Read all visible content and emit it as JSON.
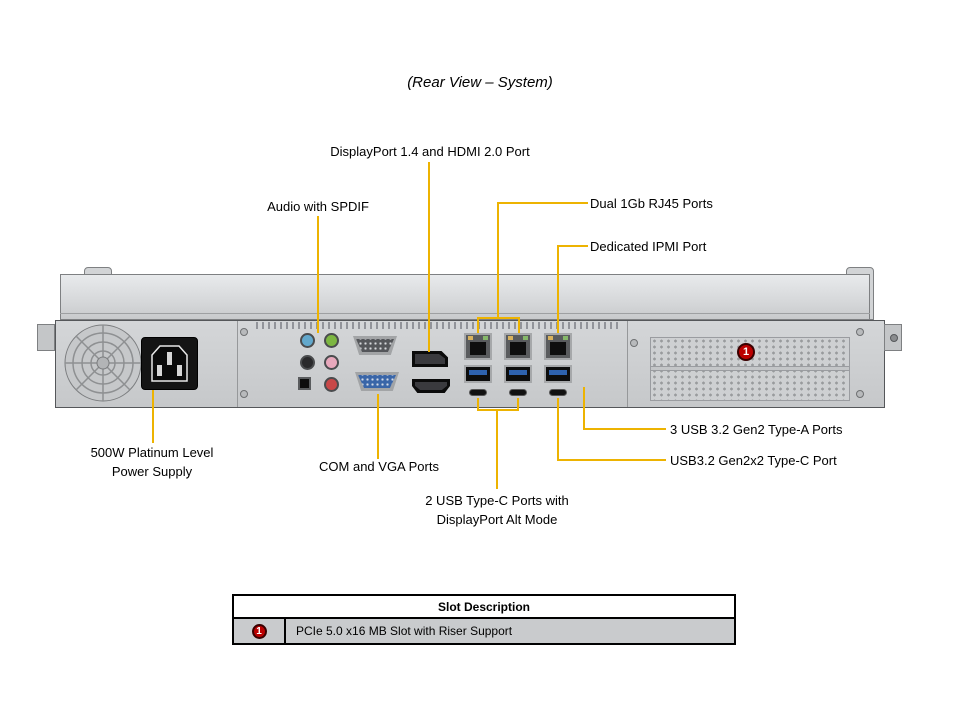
{
  "title": "(Rear View – System)",
  "callouts": {
    "displayport_hdmi": "DisplayPort 1.4 and HDMI 2.0 Port",
    "audio": "Audio with SPDIF",
    "rj45": "Dual 1Gb RJ45 Ports",
    "ipmi": "Dedicated IPMI Port",
    "psu": {
      "line1": "500W Platinum Level",
      "line2": "Power Supply"
    },
    "com_vga": "COM and VGA Ports",
    "usb_c_dp": {
      "line1": "2 USB Type-C Ports with",
      "line2": "DisplayPort Alt Mode"
    },
    "usb_a": "3 USB 3.2 Gen2 Type-A Ports",
    "usb_c": "USB3.2 Gen2x2 Type-C Port"
  },
  "chassis": {
    "slot_badge": "1"
  },
  "table": {
    "header": "Slot Description",
    "rows": [
      {
        "badge": "1",
        "description": "PCIe 5.0 x16 MB Slot with Riser Support"
      }
    ]
  },
  "colors": {
    "leader": "#EDB301",
    "badge": "#BB0000",
    "vga": "#3A66A8",
    "usb": "#2E62AE",
    "audio_blue": "#62A8CC",
    "audio_green": "#7DB742",
    "audio_pink": "#E8A8BC",
    "audio_red": "#C84848"
  }
}
